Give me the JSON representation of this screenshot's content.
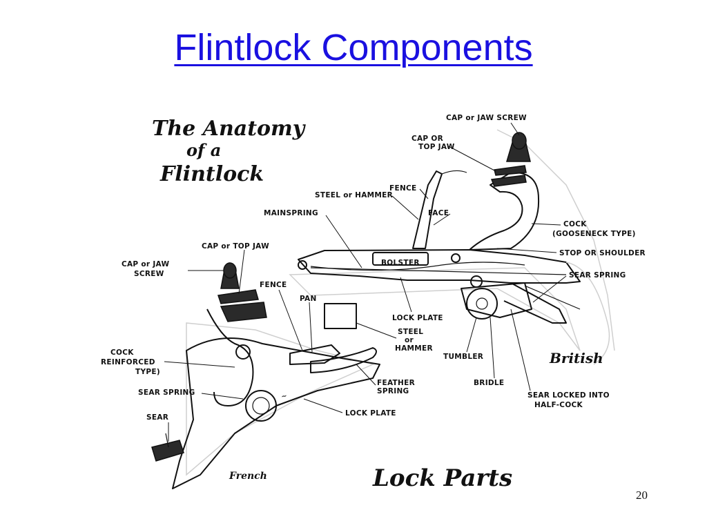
{
  "slide": {
    "title": "Flintlock Components",
    "page_number": "20"
  },
  "diagram": {
    "heading_lines": [
      "The Anatomy",
      "of a",
      "Flintlock"
    ],
    "caption": "Lock Parts",
    "lock_names": {
      "french": "French",
      "british": "British"
    },
    "british_labels": {
      "cap_jaw_screw": "CAP or JAW SCREW",
      "cap_top_jaw_1": "CAP OR",
      "cap_top_jaw_2": "TOP JAW",
      "fence": "FENCE",
      "steel_hammer": "STEEL or HAMMER",
      "face": "FACE",
      "mainspring": "MAINSPRING",
      "cock_1": "COCK",
      "cock_2": "(GOOSENECK TYPE)",
      "stop_shoulder": "STOP OR SHOULDER",
      "bolster": "BOLSTER",
      "sear_spring": "SEAR SPRING",
      "lock_plate": "LOCK PLATE",
      "tumbler": "TUMBLER",
      "bridle": "BRIDLE",
      "sear_locked_1": "SEAR LOCKED INTO",
      "sear_locked_2": "HALF-COCK"
    },
    "french_labels": {
      "cap_top_jaw": "CAP or TOP JAW",
      "cap_jaw_screw_1": "CAP or JAW",
      "cap_jaw_screw_2": "SCREW",
      "fence": "FENCE",
      "pan": "PAN",
      "steel_1": "STEEL",
      "steel_2": "or",
      "steel_3": "HAMMER",
      "cock_1": "COCK",
      "cock_2": "REINFORCED",
      "cock_3": "TYPE)",
      "feather_1": "FEATHER",
      "feather_2": "SPRING",
      "sear_spring": "SEAR SPRING",
      "sear": "SEAR",
      "lock_plate": "LOCK PLATE"
    }
  }
}
